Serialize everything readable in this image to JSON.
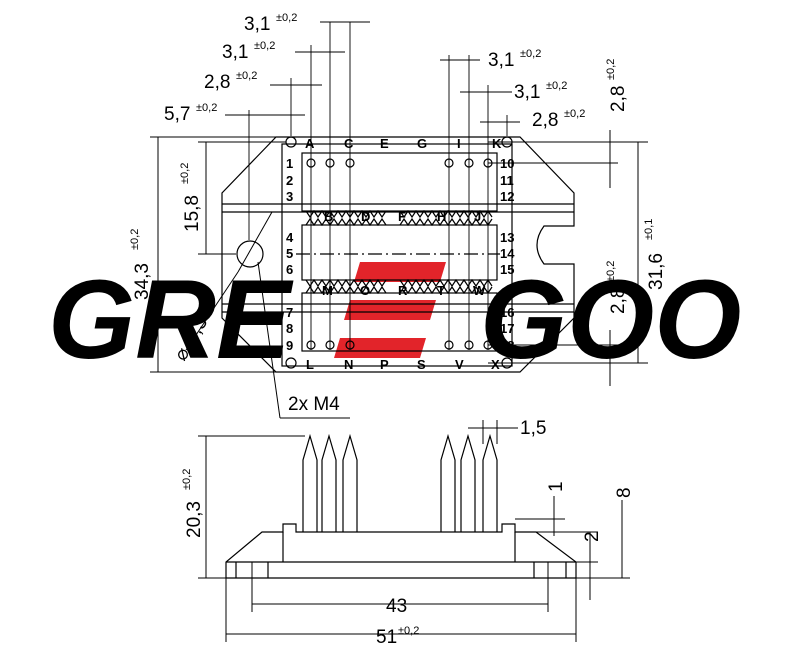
{
  "watermark": {
    "text_left": "GRE",
    "text_right": "GOO",
    "colors": {
      "gray": "#c9c9c9",
      "red": "#e2242a"
    }
  },
  "top_view": {
    "dimensions": {
      "d1": "3,1",
      "d1_tol": "±0,2",
      "d2": "3,1",
      "d2_tol": "±0,2",
      "d3": "2,8",
      "d3_tol": "±0,2",
      "d4": "5,7",
      "d4_tol": "±0,2",
      "d5": "3,1",
      "d5_tol": "±0,2",
      "d6": "3,1",
      "d6_tol": "±0,2",
      "d7": "2,8",
      "d7_tol": "±0,2",
      "height_total": "34,3",
      "height_total_tol": "±0,2",
      "height_hole": "15,8",
      "height_hole_tol": "±0,2",
      "right_top": "2,8",
      "right_top_tol": "±0,2",
      "right_bottom": "2,8",
      "right_bottom_tol": "±0,2",
      "right_total": "31,6",
      "right_total_tol": "±0,1",
      "hole_dia": "4,3",
      "hole_dia_tol": "±0,2"
    },
    "hole_note": "2x M4",
    "letters_top": [
      "A",
      "C",
      "E",
      "G",
      "I",
      "K"
    ],
    "letters_bottom": [
      "L",
      "N",
      "P",
      "S",
      "V",
      "X"
    ],
    "letters_row2": [
      "B",
      "D",
      "F",
      "H",
      "J"
    ],
    "letters_row3": [
      "M",
      "O",
      "R",
      "T",
      "W"
    ],
    "numbers_left": [
      "1",
      "2",
      "3",
      "4",
      "5",
      "6",
      "7",
      "8",
      "9"
    ],
    "numbers_right": [
      "10",
      "11",
      "12",
      "13",
      "14",
      "15",
      "16",
      "17",
      "18"
    ]
  },
  "side_view": {
    "pin_pitch": "1,5",
    "height": "20,3",
    "height_tol": "±0,2",
    "step_1": "1",
    "step_2": "2",
    "step_8": "8",
    "width_inner": "43",
    "width_total": "51",
    "width_total_tol": "±0,2"
  }
}
